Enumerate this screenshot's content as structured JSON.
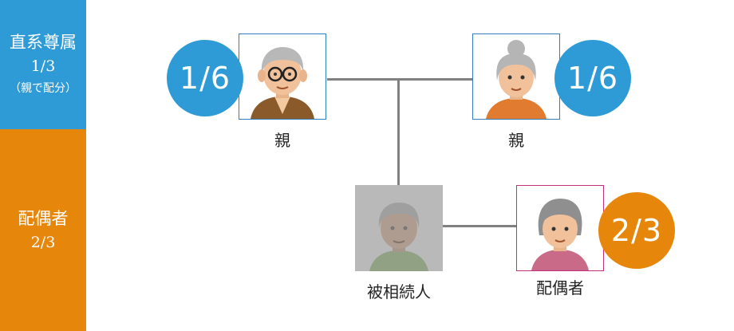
{
  "colors": {
    "blue": "#2f9bd6",
    "orange": "#e6870c",
    "connector": "#808080",
    "deceased_bg": "#b9b9b9",
    "spouse_border": "#c4317a",
    "parent_border": "#2f7fc0"
  },
  "legend": {
    "ascendants": {
      "title": "直系尊属",
      "share": "1/3",
      "note": "（親で配分）"
    },
    "spouse": {
      "title": "配偶者",
      "share": "2/3"
    }
  },
  "nodes": {
    "father": {
      "label": "親",
      "share": "1/6",
      "icon": "grandfather-icon"
    },
    "mother": {
      "label": "親",
      "share": "1/6",
      "icon": "grandmother-icon"
    },
    "decedent": {
      "label": "被相続人",
      "icon": "deceased-person-icon"
    },
    "spouse": {
      "label": "配偶者",
      "share": "2/3",
      "icon": "elderly-woman-icon"
    }
  }
}
